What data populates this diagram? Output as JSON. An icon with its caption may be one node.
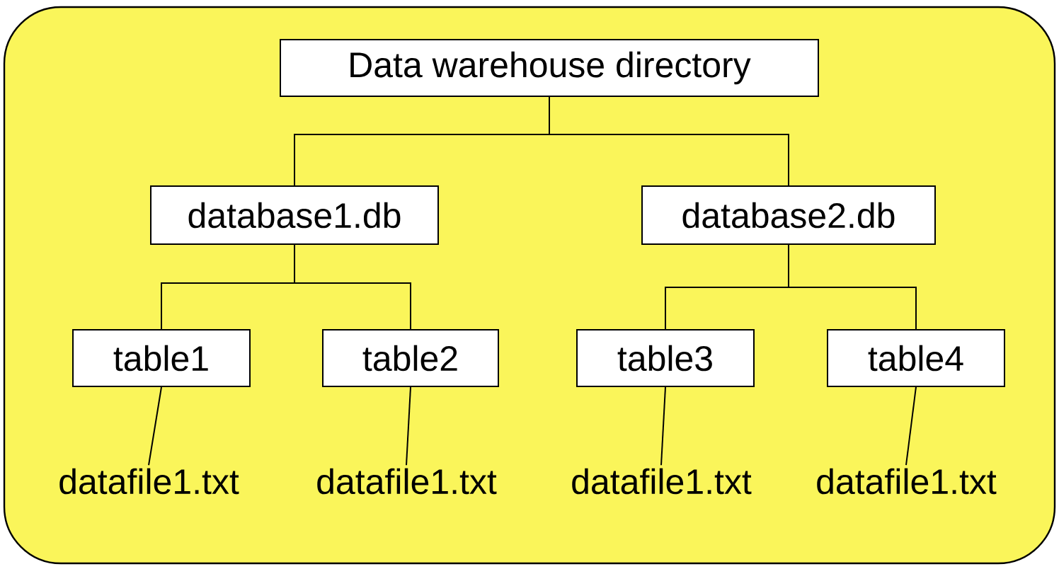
{
  "diagram": {
    "nodes": [
      {
        "text": [
          "Data warehouse directory"
        ]
      },
      {
        "text": [
          "database1.db"
        ]
      },
      {
        "text": [
          "database2.db"
        ]
      },
      {
        "text": [
          "table1"
        ]
      },
      {
        "text": [
          "table2"
        ]
      },
      {
        "text": [
          "table3"
        ]
      },
      {
        "text": [
          "table4"
        ]
      },
      {
        "text": [
          "datafile1.txt"
        ]
      },
      {
        "text": [
          "datafile1.txt"
        ]
      },
      {
        "text": [
          "datafile1.txt"
        ]
      },
      {
        "text": [
          "datafile1.txt"
        ]
      }
    ],
    "edges": [
      {
        "from": 0,
        "to": 1,
        "arrow": "none"
      },
      {
        "from": 0,
        "to": 2,
        "arrow": "none"
      },
      {
        "from": 1,
        "to": 3,
        "arrow": "none"
      },
      {
        "from": 1,
        "to": 4,
        "arrow": "none"
      },
      {
        "from": 2,
        "to": 5,
        "arrow": "none"
      },
      {
        "from": 2,
        "to": 6,
        "arrow": "none"
      },
      {
        "from": 3,
        "to": 7,
        "arrow": "none"
      },
      {
        "from": 4,
        "to": 8,
        "arrow": "none"
      },
      {
        "from": 5,
        "to": 9,
        "arrow": "none"
      },
      {
        "from": 6,
        "to": 10,
        "arrow": "none"
      }
    ]
  }
}
